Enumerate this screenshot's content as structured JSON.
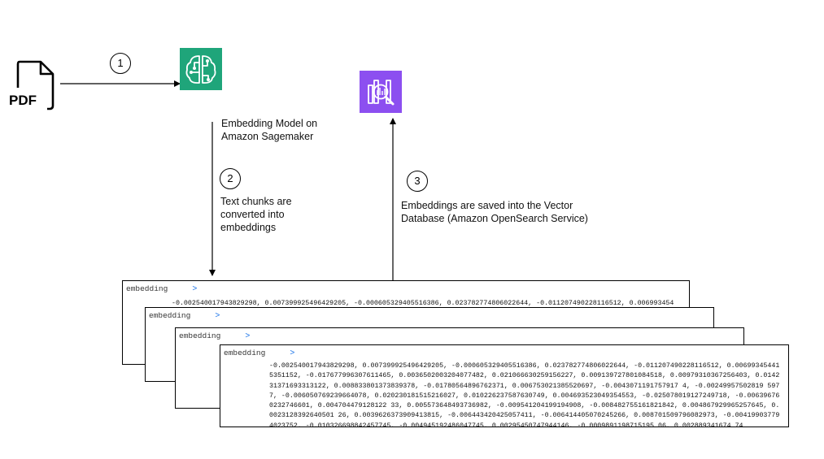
{
  "pdf_icon": {
    "label": "PDF"
  },
  "steps": [
    {
      "number": "1"
    },
    {
      "number": "2",
      "caption": [
        "Text chunks are",
        "converted into",
        "embeddings"
      ]
    },
    {
      "number": "3",
      "caption": [
        "Embeddings are saved into the Vector",
        "Database (Amazon OpenSearch Service)"
      ]
    }
  ],
  "sagemaker": {
    "caption": [
      "Embedding Model on",
      "Amazon Sagemaker"
    ],
    "color": "#1fa57a"
  },
  "opensearch": {
    "color": "#8c4ff0"
  },
  "cards": [
    {
      "header": "embedding",
      "chevron": ">",
      "body": "-0.002540017943829298, 0.007399925496429205, -0.000605329405516386, 0.023782774806022644, -0.011207490228116512, 0.006993454"
    },
    {
      "header": "embedding",
      "chevron": ">",
      "body": ""
    },
    {
      "header": "embedding",
      "chevron": ">",
      "body": ""
    },
    {
      "header": "embedding",
      "chevron": ">",
      "body": "-0.002540017943829298, 0.007399925496429205, -0.000605329405516386, 0.023782774806022644, -0.011207490228116512, 0.006993454415351152, -0.017677996307611465, 0.0036502003204077482, 0.021066630259156227, 0.009139727801084518, 0.00979310367256403, 0.014231371693313122, 0.008833801373839378, -0.01780564896762371, 0.006753021385520697, -0.0043071191757917 4, -0.00249957502819 5977, -0.006050769239664078, 0.020230181515216027, 0.010226237587630749, 0.004693523049354553, -0.025078019127249718, -0.006396760232746601, 0.004704479128122 33, 0.005573648493736982, -0.009541204199194908, -0.008482755161821842, 0.004867929965257645, 0.0023128392640501 26, 0.0039626373909413815, -0.006443420425057411, -0.006414405070245266, 0.008701509796082973, -0.004199037794023752, -0.010326698842457745, -0.004945192486047745, 0.00295450747944146, -0.0009891198715195 06, 0.002889341674 74"
    }
  ]
}
